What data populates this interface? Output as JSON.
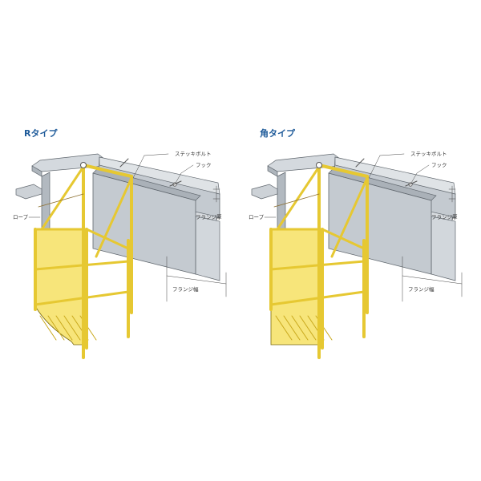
{
  "panels": [
    {
      "title": "Rタイプ",
      "shape": "rounded",
      "labels": {
        "bolt": "ステッキボルト",
        "hook": "フック",
        "flange_thickness": "フランジ厚",
        "rope": "ロープ",
        "flange_width": "フランジ幅"
      }
    },
    {
      "title": "角タイプ",
      "shape": "square",
      "labels": {
        "bolt": "ステッキボルト",
        "hook": "フック",
        "flange_thickness": "フランジ厚",
        "rope": "ロープ",
        "flange_width": "フランジ幅"
      }
    }
  ],
  "colors": {
    "title": "#1f5b9a",
    "beam": "#c4cad0",
    "beam_outline": "#5f666d",
    "cage": "#e6c832",
    "cage_outline": "#7a6a10"
  }
}
